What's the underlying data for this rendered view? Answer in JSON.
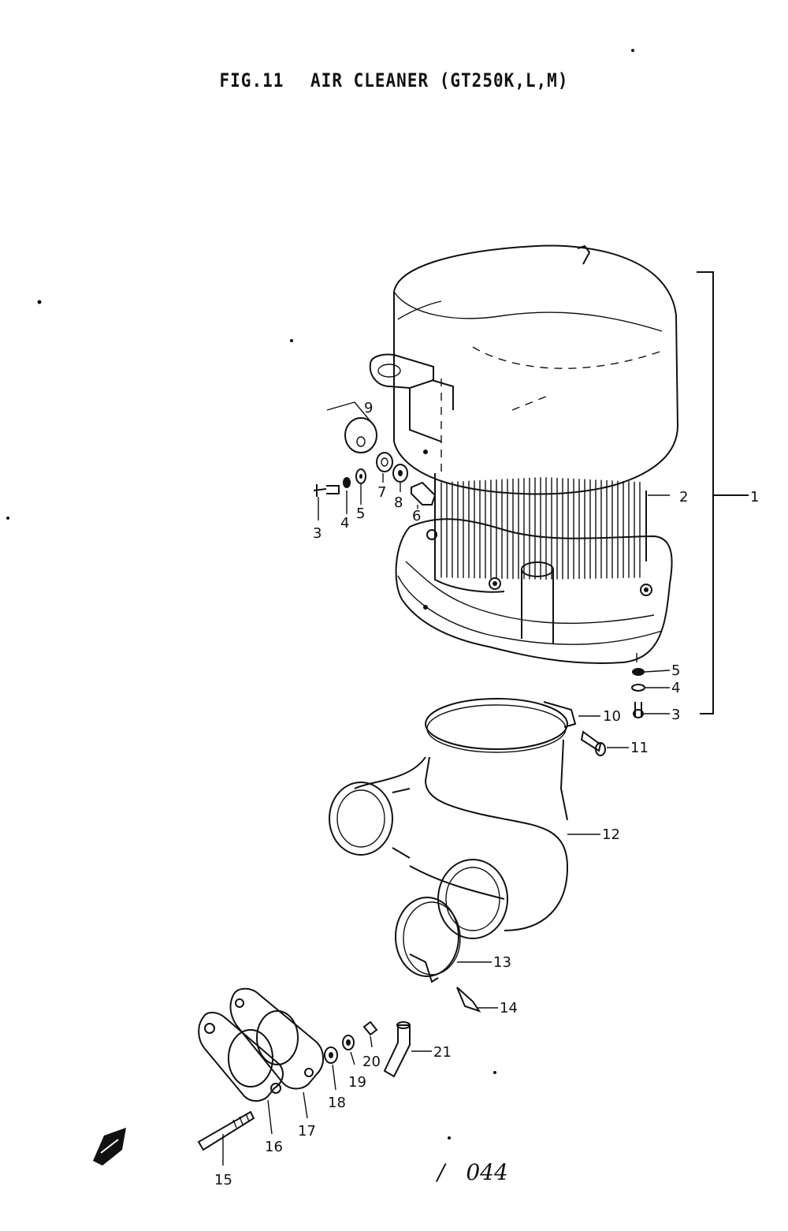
{
  "figure": {
    "number": "FIG.11",
    "title": "AIR CLEANER (GT250K,L,M)"
  },
  "callouts": [
    {
      "id": "1",
      "label": "1"
    },
    {
      "id": "2",
      "label": "2"
    },
    {
      "id": "3a",
      "label": "3"
    },
    {
      "id": "4a",
      "label": "4"
    },
    {
      "id": "5a",
      "label": "5"
    },
    {
      "id": "6",
      "label": "6"
    },
    {
      "id": "7",
      "label": "7"
    },
    {
      "id": "8",
      "label": "8"
    },
    {
      "id": "9",
      "label": "9"
    },
    {
      "id": "5b",
      "label": "5"
    },
    {
      "id": "4b",
      "label": "4"
    },
    {
      "id": "3b",
      "label": "3"
    },
    {
      "id": "10",
      "label": "10"
    },
    {
      "id": "11",
      "label": "11"
    },
    {
      "id": "12",
      "label": "12"
    },
    {
      "id": "13",
      "label": "13"
    },
    {
      "id": "14",
      "label": "14"
    },
    {
      "id": "15",
      "label": "15"
    },
    {
      "id": "16",
      "label": "16"
    },
    {
      "id": "17",
      "label": "17"
    },
    {
      "id": "18",
      "label": "18"
    },
    {
      "id": "19",
      "label": "19"
    },
    {
      "id": "20",
      "label": "20"
    },
    {
      "id": "21",
      "label": "21"
    }
  ],
  "catalog_number": "044",
  "catalog_prefix": "/"
}
